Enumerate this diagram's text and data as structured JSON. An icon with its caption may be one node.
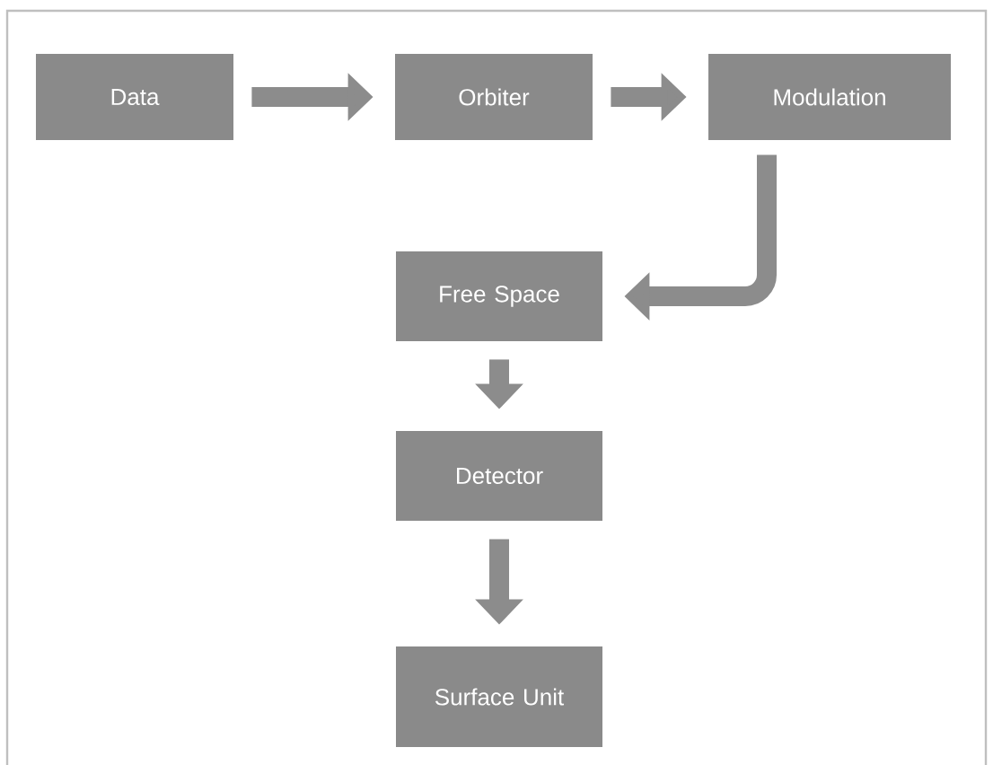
{
  "diagram": {
    "nodes": [
      {
        "text": [
          "Data"
        ]
      },
      {
        "text": [
          "Orbiter"
        ]
      },
      {
        "text": [
          "Modulation"
        ]
      },
      {
        "text": [
          "Free Space"
        ]
      },
      {
        "text": [
          "Detector"
        ]
      },
      {
        "text": [
          "Surface Unit"
        ]
      }
    ],
    "edges": [
      {
        "from": 0,
        "to": 1,
        "arrow": "to"
      },
      {
        "from": 1,
        "to": 2,
        "arrow": "to"
      },
      {
        "from": 2,
        "to": 3,
        "arrow": "to"
      },
      {
        "from": 3,
        "to": 4,
        "arrow": "to"
      },
      {
        "from": 4,
        "to": 5,
        "arrow": "to"
      }
    ]
  }
}
